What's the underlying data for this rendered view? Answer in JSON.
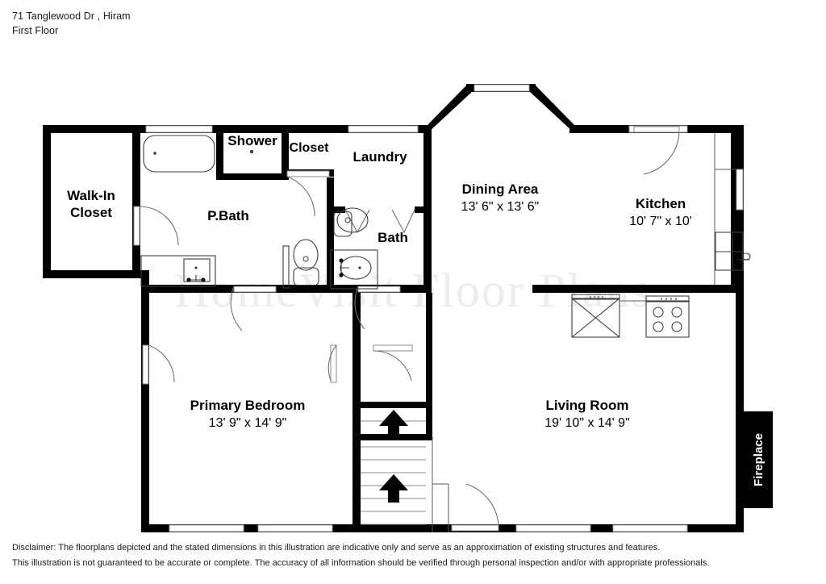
{
  "header": {
    "address": "71 Tanglewood Dr , Hiram",
    "floor": "First Floor"
  },
  "watermark": {
    "text": "HomeVisit Floor Plans"
  },
  "rooms": [
    {
      "key": "walk_in_closet",
      "name_line1": "Walk-In",
      "name_line2": "Closet",
      "dimensions": ""
    },
    {
      "key": "p_bath",
      "name": "P.Bath",
      "dimensions": ""
    },
    {
      "key": "shower",
      "name": "Shower",
      "dimensions": ""
    },
    {
      "key": "closet",
      "name": "Closet",
      "dimensions": ""
    },
    {
      "key": "laundry",
      "name": "Laundry",
      "dimensions": ""
    },
    {
      "key": "bath",
      "name": "Bath",
      "dimensions": ""
    },
    {
      "key": "dining_area",
      "name": "Dining Area",
      "dimensions": "13' 6\" x 13' 6\""
    },
    {
      "key": "kitchen",
      "name": "Kitchen",
      "dimensions": "10' 7\" x 10'"
    },
    {
      "key": "primary_bedroom",
      "name": "Primary Bedroom",
      "dimensions": "13' 9\" x 14' 9\""
    },
    {
      "key": "living_room",
      "name": "Living Room",
      "dimensions": "19' 10\" x 14' 9\""
    }
  ],
  "labels": {
    "walk_in_closet_1": "Walk-In",
    "walk_in_closet_2": "Closet",
    "p_bath": "P.Bath",
    "shower": "Shower",
    "closet": "Closet",
    "laundry": "Laundry",
    "bath": "Bath",
    "dining_area": "Dining Area",
    "dining_area_dim": "13' 6\" x 13' 6\"",
    "kitchen": "Kitchen",
    "kitchen_dim": "10' 7\" x 10'",
    "primary_bedroom": "Primary Bedroom",
    "primary_bedroom_dim": "13' 9\" x 14' 9\"",
    "living_room": "Living Room",
    "living_room_dim": "19' 10\" x 14' 9\"",
    "fireplace": "Fireplace"
  },
  "footer": {
    "line1": "Disclaimer: The floorplans depicted and the stated dimensions in this illustration are indicative only and serve as an approximation of existing structures and features.",
    "line2": "This illustration is not guaranteed to be accurate or complete. The accuracy of all information should be verified through personal inspection and/or with appropriate professionals."
  },
  "colors": {
    "wall": "#000000",
    "background": "#ffffff",
    "fixture_stroke": "#3c3c3c",
    "door_arc": "#6f6f6f",
    "fireplace_fill": "#000000",
    "fireplace_text": "#ffffff",
    "watermark": "#ededed"
  }
}
